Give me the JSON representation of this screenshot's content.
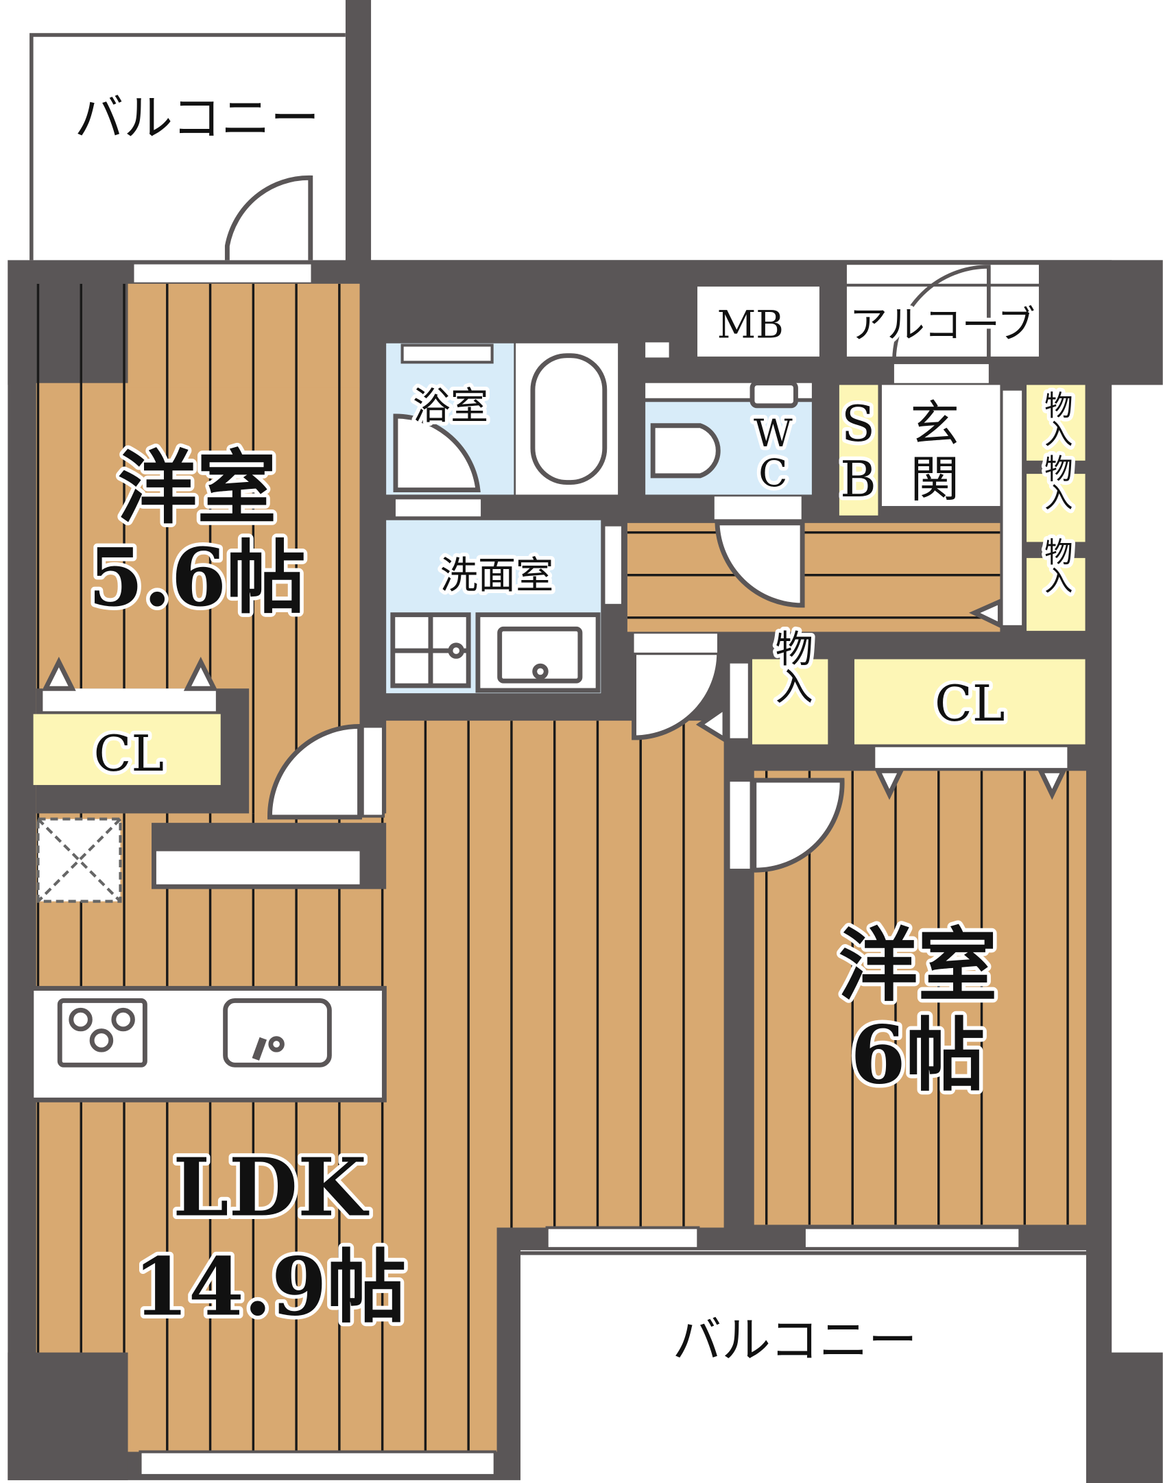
{
  "colors": {
    "wall": "#5a5657",
    "floor": "#d8a971",
    "storage": "#fdf6b6",
    "wet_area": "#d8ecf9"
  },
  "rooms": {
    "balcony_top": "バルコニー",
    "balcony_bottom": "バルコニー",
    "mb": "MB",
    "alcove": "アルコーブ",
    "bath": "浴室",
    "wc_1": "W",
    "wc_2": "C",
    "sb_1": "S",
    "sb_2": "B",
    "entrance_1": "玄",
    "entrance_2": "関",
    "washroom": "洗面室",
    "western_room_1": {
      "name": "洋室",
      "size": "5.6帖"
    },
    "western_room_2": {
      "name": "洋室",
      "size": "6帖"
    },
    "ldk": {
      "name": "LDK",
      "size": "14.9帖"
    },
    "closet_1": "CL",
    "closet_2": "CL",
    "storage_1": "物入",
    "storage_2": "物入",
    "storage_3": "物入",
    "storage_4": "物入"
  }
}
